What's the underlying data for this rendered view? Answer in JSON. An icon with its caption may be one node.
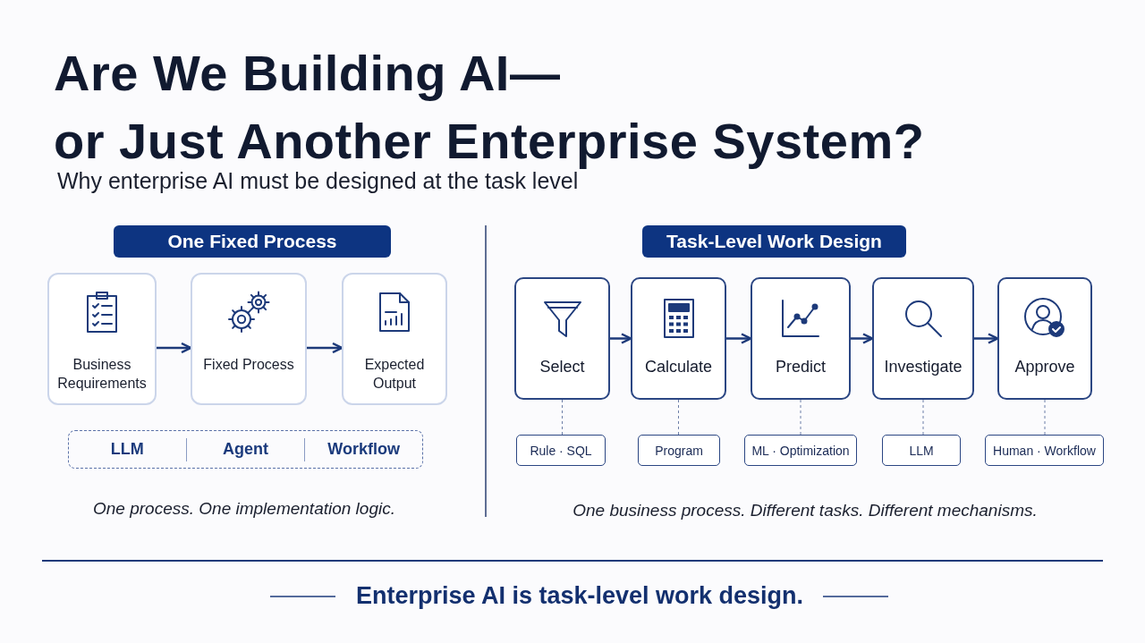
{
  "diagram": {
    "title": "Are We Building AI— or Just Another Enterprise System?",
    "nodes": [
      {
        "text": [
          "One Fixed Process"
        ]
      },
      {
        "text": [
          "Business Requirements"
        ]
      },
      {
        "text": [
          "Fixed Process"
        ]
      },
      {
        "text": [
          "Expected Output"
        ]
      },
      {
        "text": [
          "LLM",
          "Agent",
          "Workflow"
        ]
      },
      {
        "text": [
          "Task-Level Work Design"
        ]
      },
      {
        "text": [
          "Select"
        ]
      },
      {
        "text": [
          "Calculate"
        ]
      },
      {
        "text": [
          "Predict"
        ]
      },
      {
        "text": [
          "Investigate"
        ]
      },
      {
        "text": [
          "Approve"
        ]
      },
      {
        "text": [
          "Rule · SQL"
        ]
      },
      {
        "text": [
          "Program"
        ]
      },
      {
        "text": [
          "ML · Optimization"
        ]
      },
      {
        "text": [
          "LLM"
        ]
      },
      {
        "text": [
          "Human · Workflow"
        ]
      }
    ],
    "edges": [
      {
        "from": 1,
        "to": 2,
        "arrow": "to"
      },
      {
        "from": 2,
        "to": 3,
        "arrow": "to"
      },
      {
        "from": 6,
        "to": 7,
        "arrow": "to"
      },
      {
        "from": 7,
        "to": 8,
        "arrow": "to"
      },
      {
        "from": 8,
        "to": 9,
        "arrow": "to"
      },
      {
        "from": 9,
        "to": 10,
        "arrow": "to"
      },
      {
        "from": 6,
        "to": 11,
        "arrow": "none",
        "style": "dashed"
      },
      {
        "from": 7,
        "to": 12,
        "arrow": "none",
        "style": "dashed"
      },
      {
        "from": 8,
        "to": 13,
        "arrow": "none",
        "style": "dashed"
      },
      {
        "from": 9,
        "to": 14,
        "arrow": "none",
        "style": "dashed"
      },
      {
        "from": 10,
        "to": 15,
        "arrow": "none",
        "style": "dashed"
      }
    ],
    "labels": [
      "Why enterprise AI must be designed at the task level",
      "One process. One implementation logic.",
      "One business process. Different tasks. Different mechanisms.",
      "Enterprise AI is task-level work design."
    ]
  }
}
